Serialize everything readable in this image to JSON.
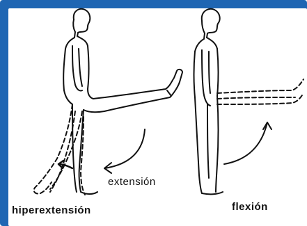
{
  "labels": {
    "extension": "extensión",
    "hyperextension": "hiperextensión",
    "flexion": "flexión"
  },
  "colors": {
    "frame": "#1f66b3",
    "line": "#111111",
    "background": "#ffffff"
  }
}
